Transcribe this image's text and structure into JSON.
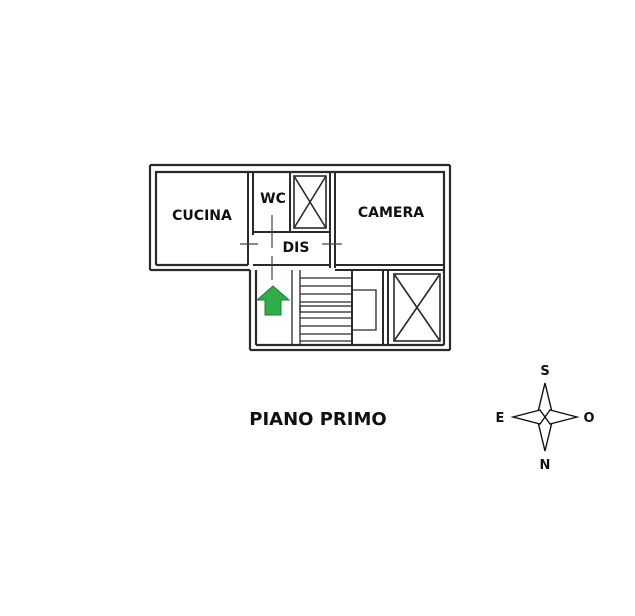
{
  "rooms": {
    "cucina": "CUCINA",
    "wc": "WC",
    "camera": "CAMERA",
    "dis": "DIS"
  },
  "floor_title": "PIANO PRIMO",
  "compass": {
    "top": "S",
    "bottom": "N",
    "left": "E",
    "right": "O"
  },
  "colors": {
    "wall": "#2a2a2a",
    "entry_arrow": "#2fae4a",
    "entry_arrow_dark": "#1e7d33"
  },
  "icons": {
    "entry": "entry-arrow-icon",
    "compass": "compass-rose-icon"
  }
}
